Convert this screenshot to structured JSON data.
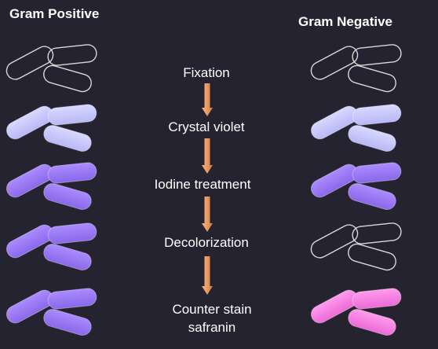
{
  "columns": {
    "left": {
      "title": "Gram Positive"
    },
    "right": {
      "title": "Gram Negative"
    }
  },
  "steps": [
    {
      "label": "Fixation"
    },
    {
      "label": "Crystal violet"
    },
    {
      "label": "Iodine treatment"
    },
    {
      "label": "Decolorization"
    },
    {
      "label": "Counter stain",
      "label2": "safranin"
    }
  ],
  "colors": {
    "background": "#25232f",
    "arrow": "#e99a63",
    "outline": "#d8d8d8",
    "crystal_violet": "#c8c8ff",
    "iodine": "#9b7cf3",
    "safranin": "#f77fe0"
  },
  "rows": [
    {
      "left_state": "unstained",
      "right_state": "unstained"
    },
    {
      "left_state": "crystal_violet",
      "right_state": "crystal_violet"
    },
    {
      "left_state": "iodine",
      "right_state": "iodine"
    },
    {
      "left_state": "iodine",
      "right_state": "unstained"
    },
    {
      "left_state": "iodine",
      "right_state": "safranin"
    }
  ]
}
